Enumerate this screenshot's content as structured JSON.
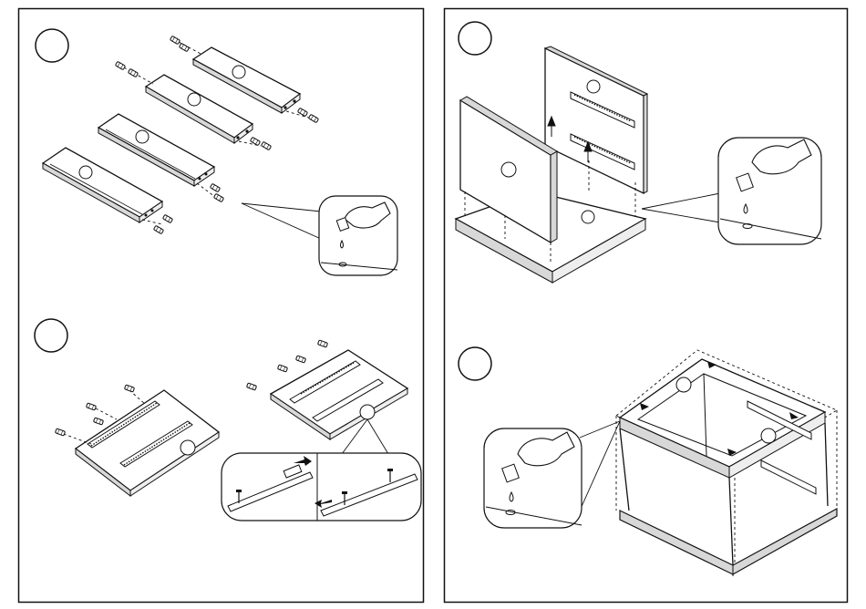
{
  "document": {
    "type": "furniture-assembly-instructions",
    "pages": [
      {
        "name": "left-page",
        "steps": [
          {
            "label": "",
            "illustration": "drill-end-panels-and-insert-wooden-dowels"
          },
          {
            "label": "",
            "illustration": "screw-metal-drawer-runners-onto-side-panels"
          }
        ]
      },
      {
        "name": "right-page",
        "steps": [
          {
            "label": "",
            "illustration": "fit-side-panels-onto-base-with-glued-dowels"
          },
          {
            "label": "",
            "illustration": "assemble-carcass-frame-and-fit-top"
          }
        ]
      }
    ],
    "callouts": [
      {
        "name": "glue-application-callout",
        "illustration": "hand-squeezing-glue-bottle"
      },
      {
        "name": "runner-detail-callout",
        "illustration": "runner-slides-onto-screws"
      }
    ],
    "colors": {
      "line": "#111111",
      "paper": "#ffffff",
      "panel-edge": "#d8d8d8"
    }
  }
}
